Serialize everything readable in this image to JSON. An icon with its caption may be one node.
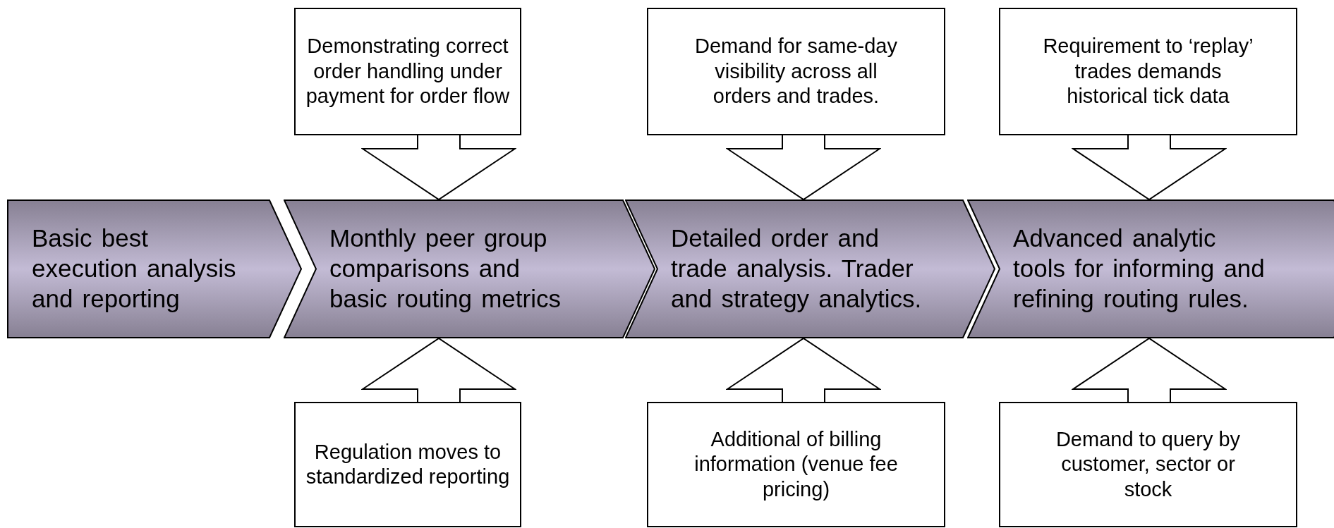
{
  "diagram": {
    "nodes": [
      {
        "text": [
          "Basic best execution analysis and reporting"
        ]
      },
      {
        "text": [
          "Monthly peer group comparisons and basic routing metrics"
        ]
      },
      {
        "text": [
          "Detailed order and trade analysis. Trader and strategy analytics."
        ]
      },
      {
        "text": [
          "Advanced analytic tools for informing and refining routing rules."
        ]
      },
      {
        "text": [
          "Demonstrating correct order handling under payment for order flow"
        ]
      },
      {
        "text": [
          "Demand for same-day visibility across all orders and trades."
        ]
      },
      {
        "text": [
          "Requirement to ‘replay’ trades demands historical tick data"
        ]
      },
      {
        "text": [
          "Regulation moves to standardized reporting"
        ]
      },
      {
        "text": [
          "Additional of billing information (venue fee pricing)"
        ]
      },
      {
        "text": [
          "Demand to query by customer, sector or stock"
        ]
      }
    ],
    "edges": [
      {
        "from": 4,
        "to": 1,
        "arrow": "to"
      },
      {
        "from": 5,
        "to": 2,
        "arrow": "to"
      },
      {
        "from": 6,
        "to": 3,
        "arrow": "to"
      },
      {
        "from": 7,
        "to": 1,
        "arrow": "to"
      },
      {
        "from": 8,
        "to": 2,
        "arrow": "to"
      },
      {
        "from": 9,
        "to": 3,
        "arrow": "to"
      }
    ]
  }
}
